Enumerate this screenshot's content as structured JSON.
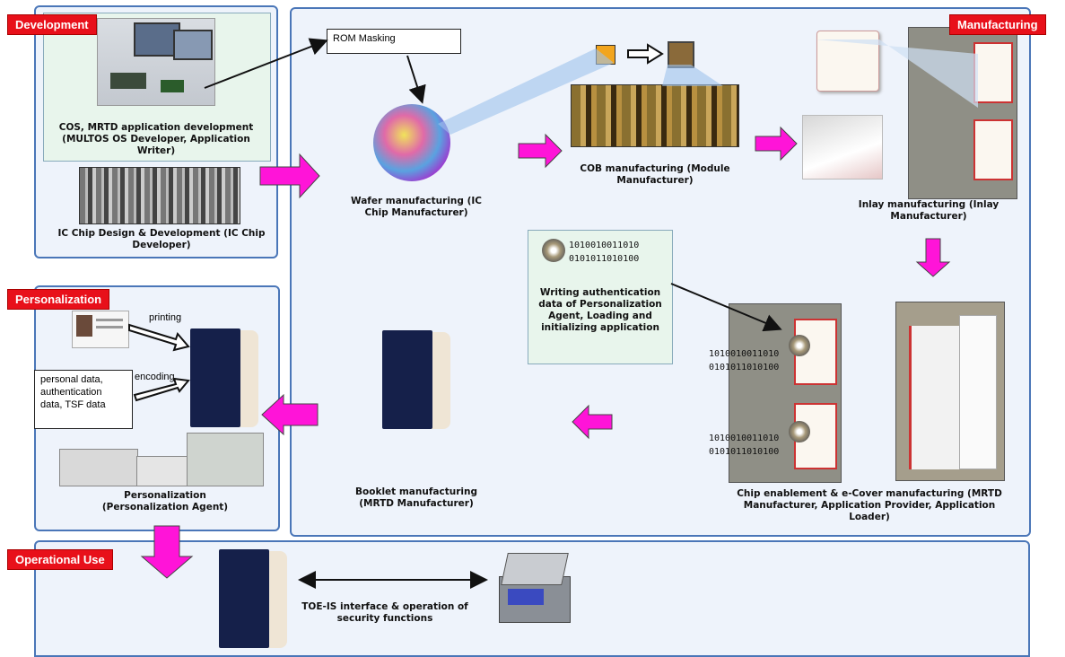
{
  "phases": {
    "development": "Development",
    "manufacturing": "Manufacturing",
    "personalization": "Personalization",
    "operational_use": "Operational Use"
  },
  "development": {
    "cos_caption": "COS, MRTD application development (MULTOS OS Developer, Application Writer)",
    "ic_caption": "IC Chip Design & Development (IC Chip Developer)"
  },
  "manufacturing": {
    "rom_masking": "ROM Masking",
    "wafer_caption": "Wafer manufacturing (IC Chip Manufacturer)",
    "cob_caption": "COB manufacturing (Module Manufacturer)",
    "inlay_caption": "Inlay manufacturing (Inlay Manufacturer)",
    "binary_line1": "1010010011010",
    "binary_line2": "0101011010100",
    "writing_caption": "Writing authentication data of Personalization Agent, Loading and initializing application",
    "chip_caption": "Chip enablement & e-Cover manufacturing (MRTD Manufacturer, Application Provider, Application Loader)",
    "booklet_caption": "Booklet manufacturing (MRTD Manufacturer)"
  },
  "personalization": {
    "printing_label": "printing",
    "encoding_label": "encoding",
    "personal_data_box": "personal data, authentication data, TSF data",
    "caption": "Personalization (Personalization Agent)"
  },
  "operational": {
    "caption": "TOE-IS interface & operation of security functions"
  },
  "colors": {
    "phase_red": "#e8101a",
    "arrow_magenta": "#ff14d8",
    "panel_border": "#4a76b8",
    "panel_fill": "#eef3fb",
    "passport_navy": "#15204a"
  }
}
